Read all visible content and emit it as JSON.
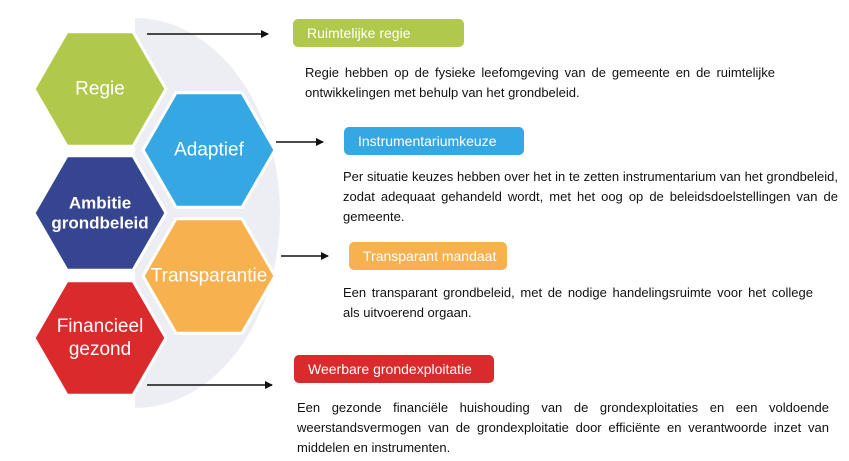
{
  "colors": {
    "green": "#b1c94b",
    "blue": "#35a8e4",
    "navy": "#36458f",
    "orange": "#f7b14f",
    "red": "#da2a2b",
    "arc": "#eceef4"
  },
  "hexagons": [
    {
      "lines": [
        "Regie"
      ],
      "color": "#b1c94b",
      "bold": false
    },
    {
      "lines": [
        "Adaptief"
      ],
      "color": "#35a8e4",
      "bold": false
    },
    {
      "lines": [
        "Ambitie",
        "grondbeleid"
      ],
      "color": "#36458f",
      "bold": true
    },
    {
      "lines": [
        "Transparantie"
      ],
      "color": "#f7b14f",
      "bold": false
    },
    {
      "lines": [
        "Financieel",
        "gezond"
      ],
      "color": "#da2a2b",
      "bold": false
    }
  ],
  "items": [
    {
      "label": "Ruimtelijke regie",
      "color": "#b1c94b",
      "text": "Regie hebben op de fysieke leefomgeving van de gemeente en de ruimtelijke ontwikkelingen met behulp van het grondbeleid."
    },
    {
      "label": "Instrumentariumkeuze",
      "color": "#35a8e4",
      "text": "Per situatie keuzes hebben over het in te zetten instrumentarium van het grondbeleid, zodat adequaat gehandeld wordt, met het oog op de beleidsdoelstellingen van de gemeente."
    },
    {
      "label": "Transparant mandaat",
      "color": "#f7b14f",
      "text": "Een transparant grondbeleid, met de nodige handelingsruimte voor het college als uitvoerend orgaan."
    },
    {
      "label": "Weerbare grondexploitatie",
      "color": "#da2a2b",
      "text": "Een gezonde financiële huishouding van de grondexploitaties en een voldoende weerstandsvermogen van de grondexploitatie door efficiënte en verantwoorde inzet van middelen en instrumenten."
    }
  ]
}
